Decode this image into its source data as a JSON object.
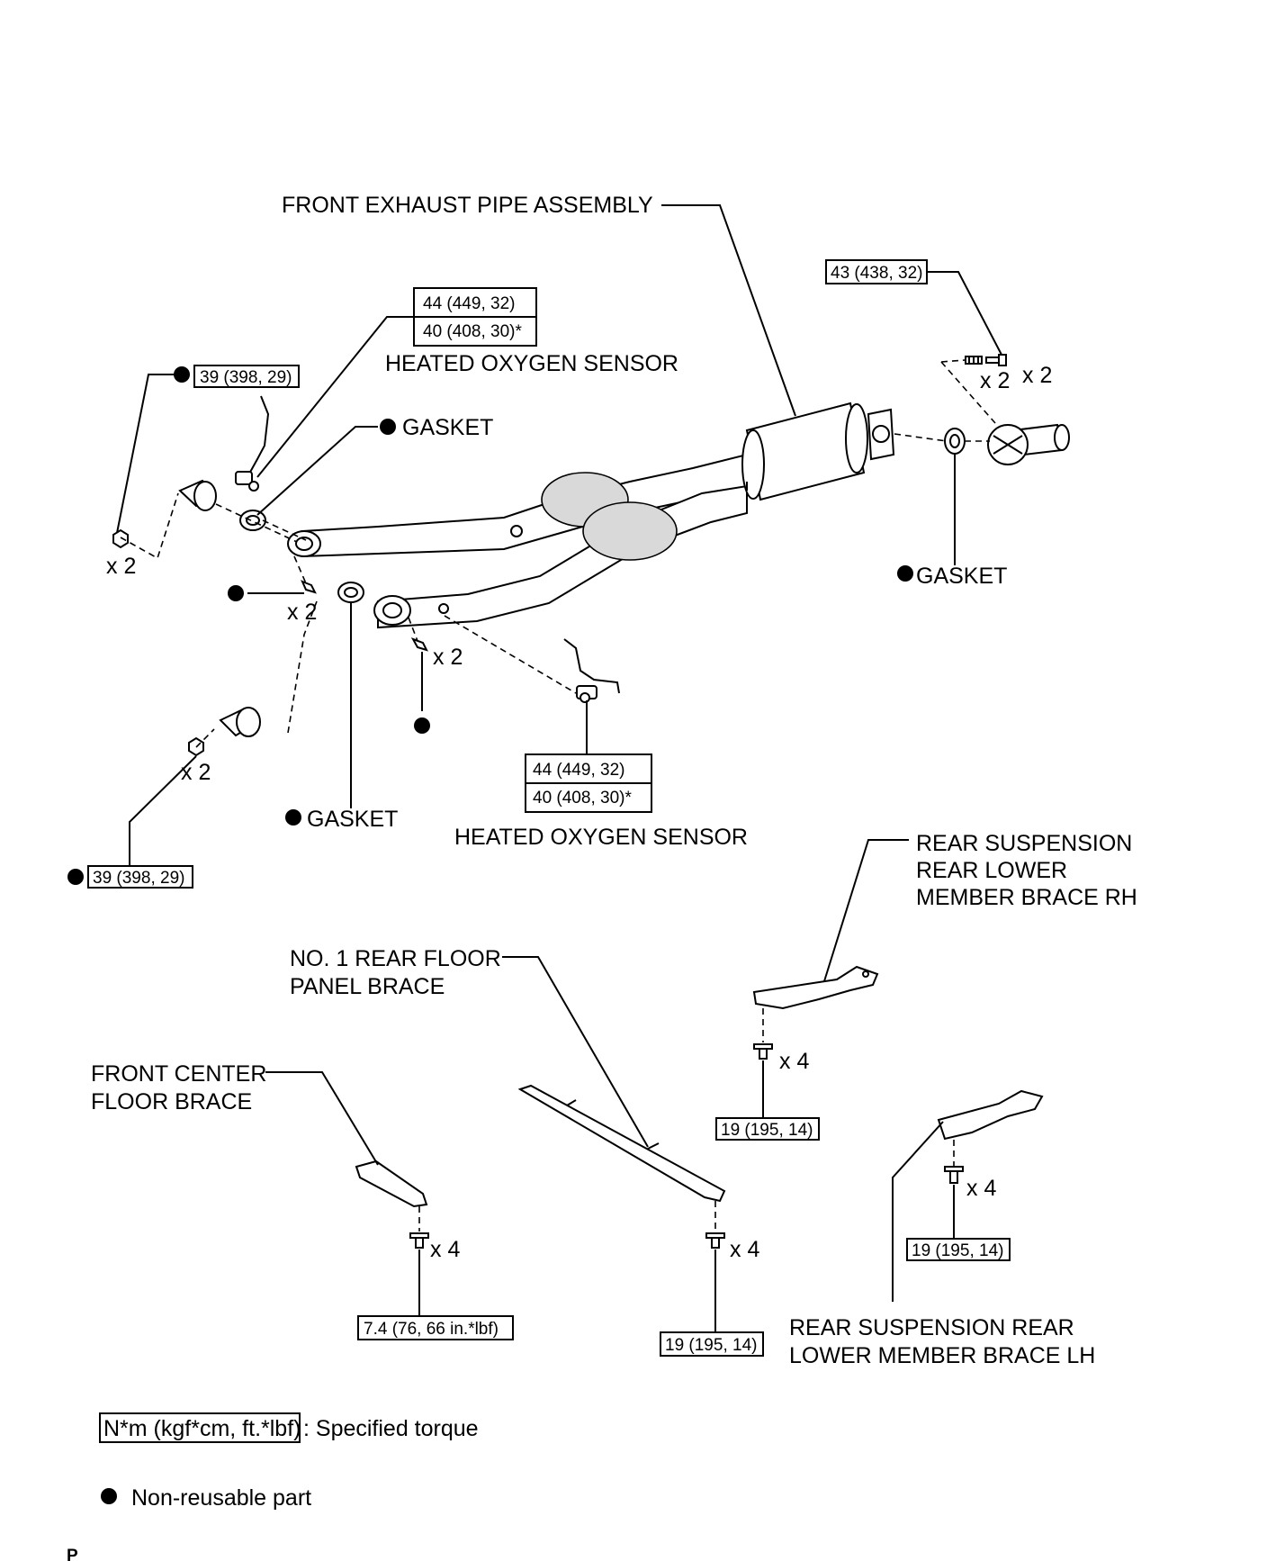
{
  "labels": {
    "front_exhaust_pipe": "FRONT EXHAUST PIPE ASSEMBLY",
    "heated_oxygen_sensor_upper": "HEATED OXYGEN SENSOR",
    "heated_oxygen_sensor_lower": "HEATED OXYGEN SENSOR",
    "gasket_upper_left": "GASKET",
    "gasket_right": "GASKET",
    "gasket_lower": "GASKET",
    "rear_member_brace_rh": [
      "REAR SUSPENSION",
      "REAR LOWER",
      "MEMBER BRACE RH"
    ],
    "rear_floor_brace": [
      "NO. 1 REAR FLOOR",
      "PANEL BRACE"
    ],
    "front_center_brace": [
      "FRONT CENTER",
      "FLOOR BRACE"
    ],
    "rear_member_brace_lh": [
      "REAR SUSPENSION REAR",
      "LOWER MEMBER BRACE LH"
    ]
  },
  "torques": {
    "nut_upper_left": "39 (398, 29)",
    "nut_lower_left": "39 (398, 29)",
    "tail_bolt": "43 (438, 32)",
    "sensor_upper_a": "44 (449, 32)",
    "sensor_upper_b": "40 (408, 30)*",
    "sensor_lower_a": "44 (449, 32)",
    "sensor_lower_b": "40 (408, 30)*",
    "rh_brace": "19 (195, 14)",
    "lh_brace": "19 (195, 14)",
    "rear_floor": "19 (195, 14)",
    "front_center": "7.4 (76, 66 in.*lbf)"
  },
  "counts": {
    "nut_upper_left": "x 2",
    "nut_lower_left": "x 2",
    "bolt_mid_left": "x 2",
    "bolt_mid_lower": "x 2",
    "tail_spring": "x 2",
    "tail_bolt": "x 2",
    "rh_brace": "x 4",
    "lh_brace": "x 4",
    "rear_floor": "x 4",
    "front_center": "x 4"
  },
  "legend": {
    "torque_box": "N*m (kgf*cm, ft.*lbf)",
    "torque_text": ": Specified torque",
    "nonreusable_text": "Non-reusable part"
  },
  "page_marker": "P"
}
